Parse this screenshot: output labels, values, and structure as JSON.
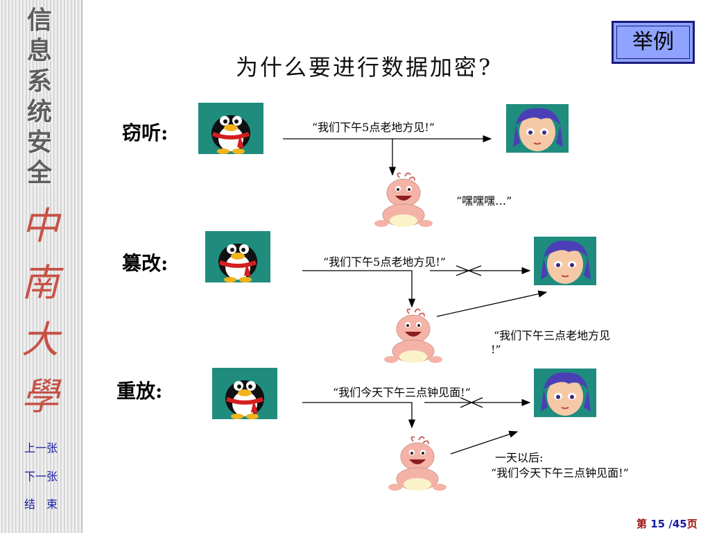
{
  "sidebar": {
    "title_chars": [
      "信",
      "息",
      "系",
      "统",
      "安",
      "全"
    ],
    "calligraphy_chars": [
      "中",
      "南",
      "大",
      "學"
    ],
    "nav": {
      "prev": "上一张",
      "next": "下一张",
      "end": "结　束"
    }
  },
  "badge": "举例",
  "title": "为什么要进行数据加密?",
  "rows": {
    "eavesdrop": {
      "label": "窃听:",
      "message": "“我们下午5点老地方见!”",
      "attacker_text": "“嘿嘿嘿…”"
    },
    "tamper": {
      "label": "篡改:",
      "message": "“我们下午5点老地方见!”",
      "forged_line1": "“我们下午三点老地方见",
      "forged_line2": "!”"
    },
    "replay": {
      "label": "重放:",
      "message": "“我们今天下午三点钟见面!”",
      "later_line1": "一天以后:",
      "later_line2": "“我们今天下午三点钟见面!”"
    }
  },
  "footer": {
    "prefix": "第",
    "current": "15",
    "sep": "/",
    "total": "45",
    "suffix": "页"
  },
  "colors": {
    "badge_bg": "#8fa3ff",
    "badge_border": "#1a1a7a",
    "nav_link": "#1a1aa6",
    "footer": "#a11010"
  },
  "icons": {
    "sender": "penguin-icon",
    "receiver": "girl-icon",
    "attacker": "baby-icon"
  }
}
